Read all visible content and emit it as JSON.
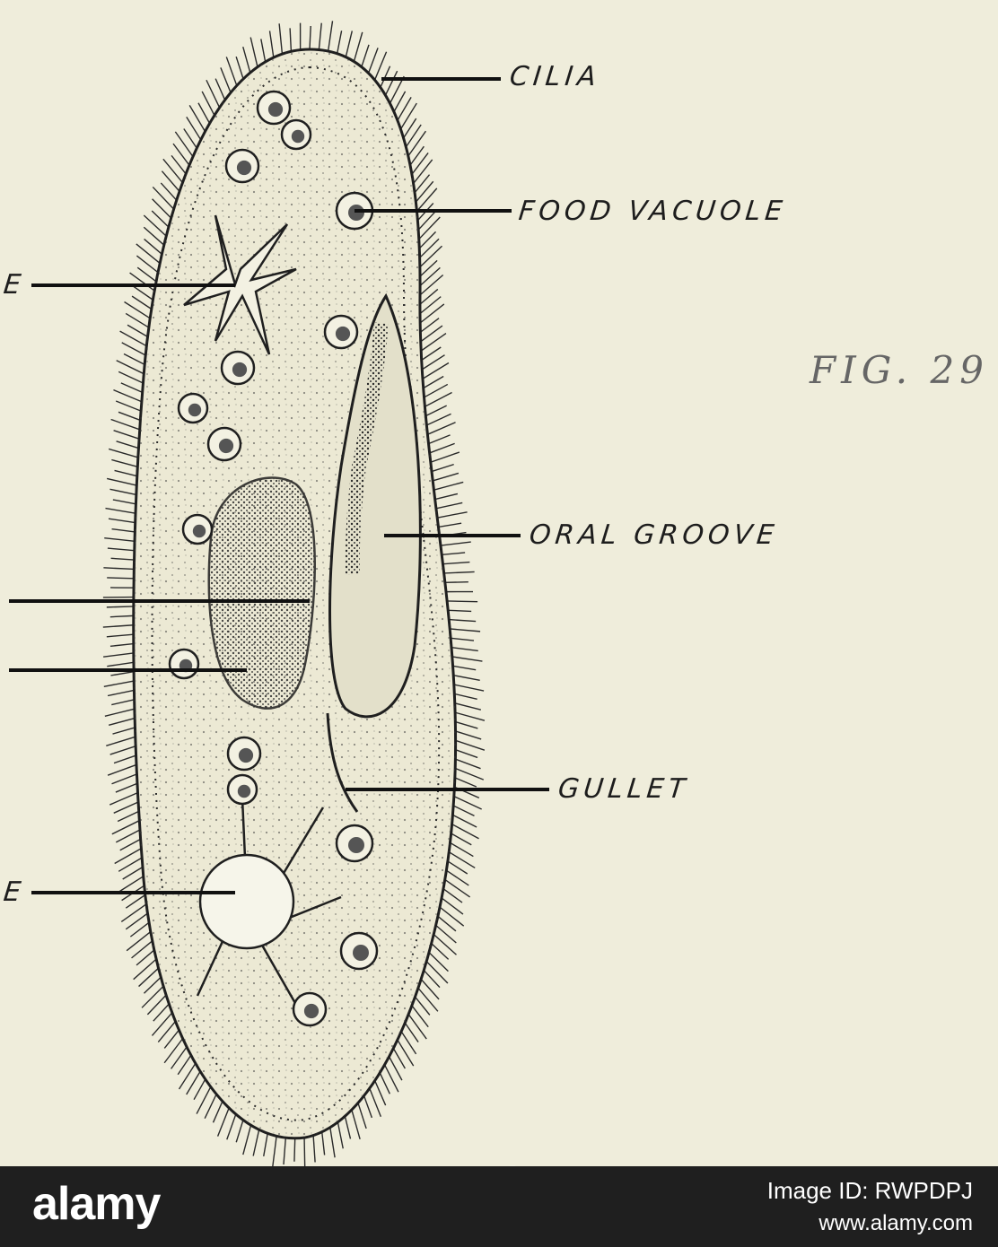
{
  "diagram": {
    "labels": {
      "cilia": "CILIA",
      "food_vacuole": "FOOD VACUOLE",
      "oral_groove": "ORAL GROOVE",
      "gullet": "GULLET",
      "partial_1": "E",
      "partial_2": "E"
    },
    "figure_label": "FIG. 29"
  },
  "watermark": {
    "text": "alamy"
  },
  "footer": {
    "logo": "alamy",
    "image_id": "Image ID: RWPDPJ",
    "site": "www.alamy.com"
  }
}
